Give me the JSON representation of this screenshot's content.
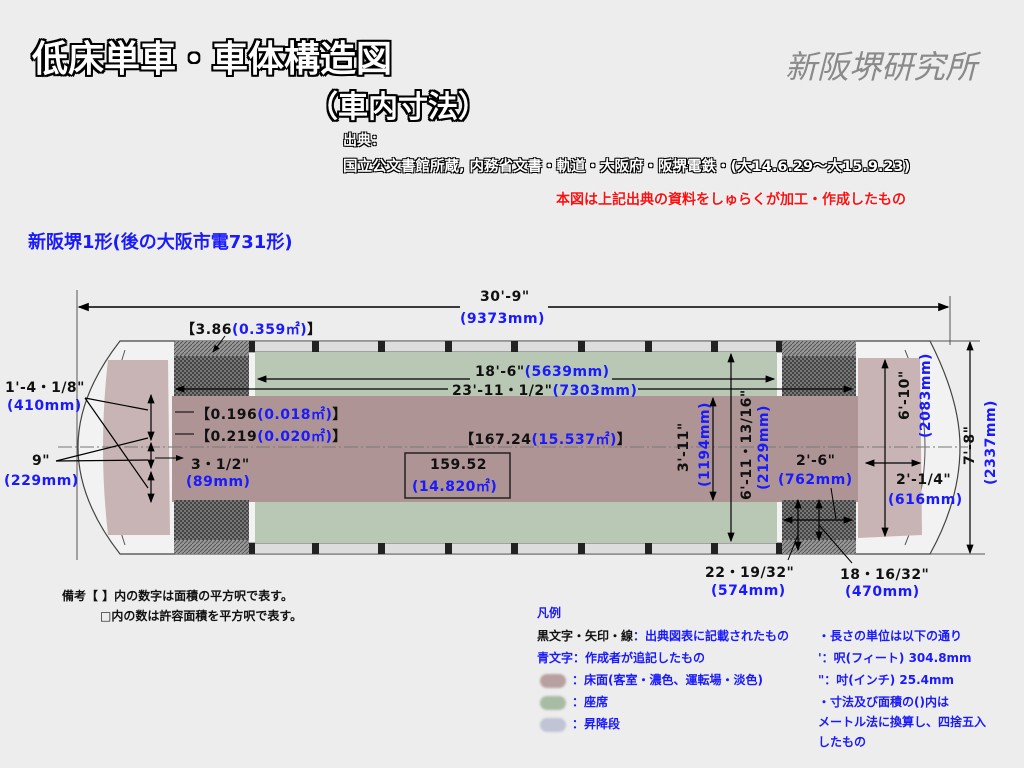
{
  "header": {
    "title": "低床単車・車体構造図",
    "subtitle": "（車内寸法）",
    "brand": "新阪堺研究所",
    "source_label": "出典：",
    "source_text": "国立公文書館所蔵, 内務省文書・軌道・大阪府・阪堺電鉄・(大14.6.29～大15.9.23)",
    "note_red": "本図は上記出典の資料をしゅらくが加工・作成したもの",
    "car_name": "新阪堺1形(後の大阪市電731形)"
  },
  "dims": {
    "overall_len": {
      "ft": "30'-9\"",
      "mm": "(9373mm)"
    },
    "seat_len": {
      "ft": "18'-6\"",
      "mm": "(5639mm)"
    },
    "room_len": {
      "ft": "23'-11・1/2\"",
      "mm": "(7303mm)"
    },
    "vestibule_area": {
      "pre": "【3.86",
      "m": "(0.359㎡)",
      "post": "】"
    },
    "area_a": {
      "pre": "【0.196",
      "m": "(0.018㎡)",
      "post": "】"
    },
    "area_b": {
      "pre": "【0.219",
      "m": "(0.020㎡)",
      "post": "】"
    },
    "floor_area": {
      "pre": "【167.24",
      "m": "(15.537㎡)",
      "post": "】"
    },
    "allowed_area": {
      "ft": "159.52",
      "m": "(14.820㎡)"
    },
    "step_a": {
      "ft": "1'-4・1/8\"",
      "mm": "(410mm)"
    },
    "step_b": {
      "ft": "9\"",
      "mm": "(229mm)"
    },
    "step_c": {
      "ft": "3・1/2\"",
      "mm": "(89mm)"
    },
    "aisle_w": {
      "ft": "3'-11\"",
      "mm": "(1194mm)"
    },
    "inner_w": {
      "ft": "6'-11・13/16\"",
      "mm": "(2129mm)"
    },
    "platform_w": {
      "ft": "6'-10\"",
      "mm": "(2083mm)"
    },
    "body_w": {
      "ft": "7'-8\"",
      "mm": "(2337mm)"
    },
    "door_w": {
      "ft": "2'-6\"",
      "mm": "(762mm)"
    },
    "platform_d": {
      "ft": "2'-1/4\"",
      "mm": "(616mm)"
    },
    "step_d1": {
      "ft": "22・19/32\"",
      "mm": "(574mm)"
    },
    "step_d2": {
      "ft": "18・16/32\"",
      "mm": "(470mm)"
    }
  },
  "notes": {
    "line1": "備考【 】内の数字は面積の平方呎で表す。",
    "line2": "□内の数は許容面積を平方呎で表す。"
  },
  "legend": {
    "title": "凡例",
    "black_label": "黒文字・矢印・線",
    "black_desc": "：出典図表に記載されたもの",
    "blue_label": "青文字：作成者が追記したもの",
    "items": [
      {
        "label": "：床面(客室・濃色、運転場・淡色)",
        "color": "#b8a0a0"
      },
      {
        "label": "：座席",
        "color": "#a8bca4"
      },
      {
        "label": "：昇降段",
        "color": "#c0c4d4"
      }
    ],
    "units": [
      "・長さの単位は以下の通り",
      "'：呎(フィート) 304.8mm",
      "\"：吋(インチ) 25.4mm",
      "・寸法及び面積の()内は",
      "メートル法に換算し、四捨五入",
      "したもの"
    ]
  },
  "colors": {
    "floor": "#ae9494",
    "floor_light": "#c8b4b4",
    "seat": "#b8c8b4",
    "blue": "#1a1aff",
    "red": "#ff1010"
  }
}
